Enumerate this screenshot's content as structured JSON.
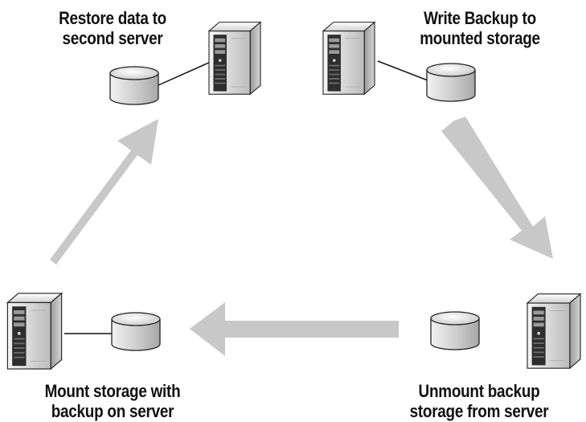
{
  "steps": {
    "restore": {
      "line1": "Restore data to",
      "line2": "second server"
    },
    "write": {
      "line1": "Write Backup to",
      "line2": "mounted storage"
    },
    "mount": {
      "line1": "Mount storage with",
      "line2": "backup on server"
    },
    "unmount": {
      "line1": "Unmount backup",
      "line2": "storage from server"
    }
  },
  "colors": {
    "arrow": "#c8c8c8",
    "server_body": "#d8d8d8",
    "server_dark": "#3a3a3a",
    "disk": "#c9c9c9",
    "line": "#111111"
  },
  "icons": [
    "server-icon",
    "storage-disk-icon",
    "flow-arrow"
  ]
}
